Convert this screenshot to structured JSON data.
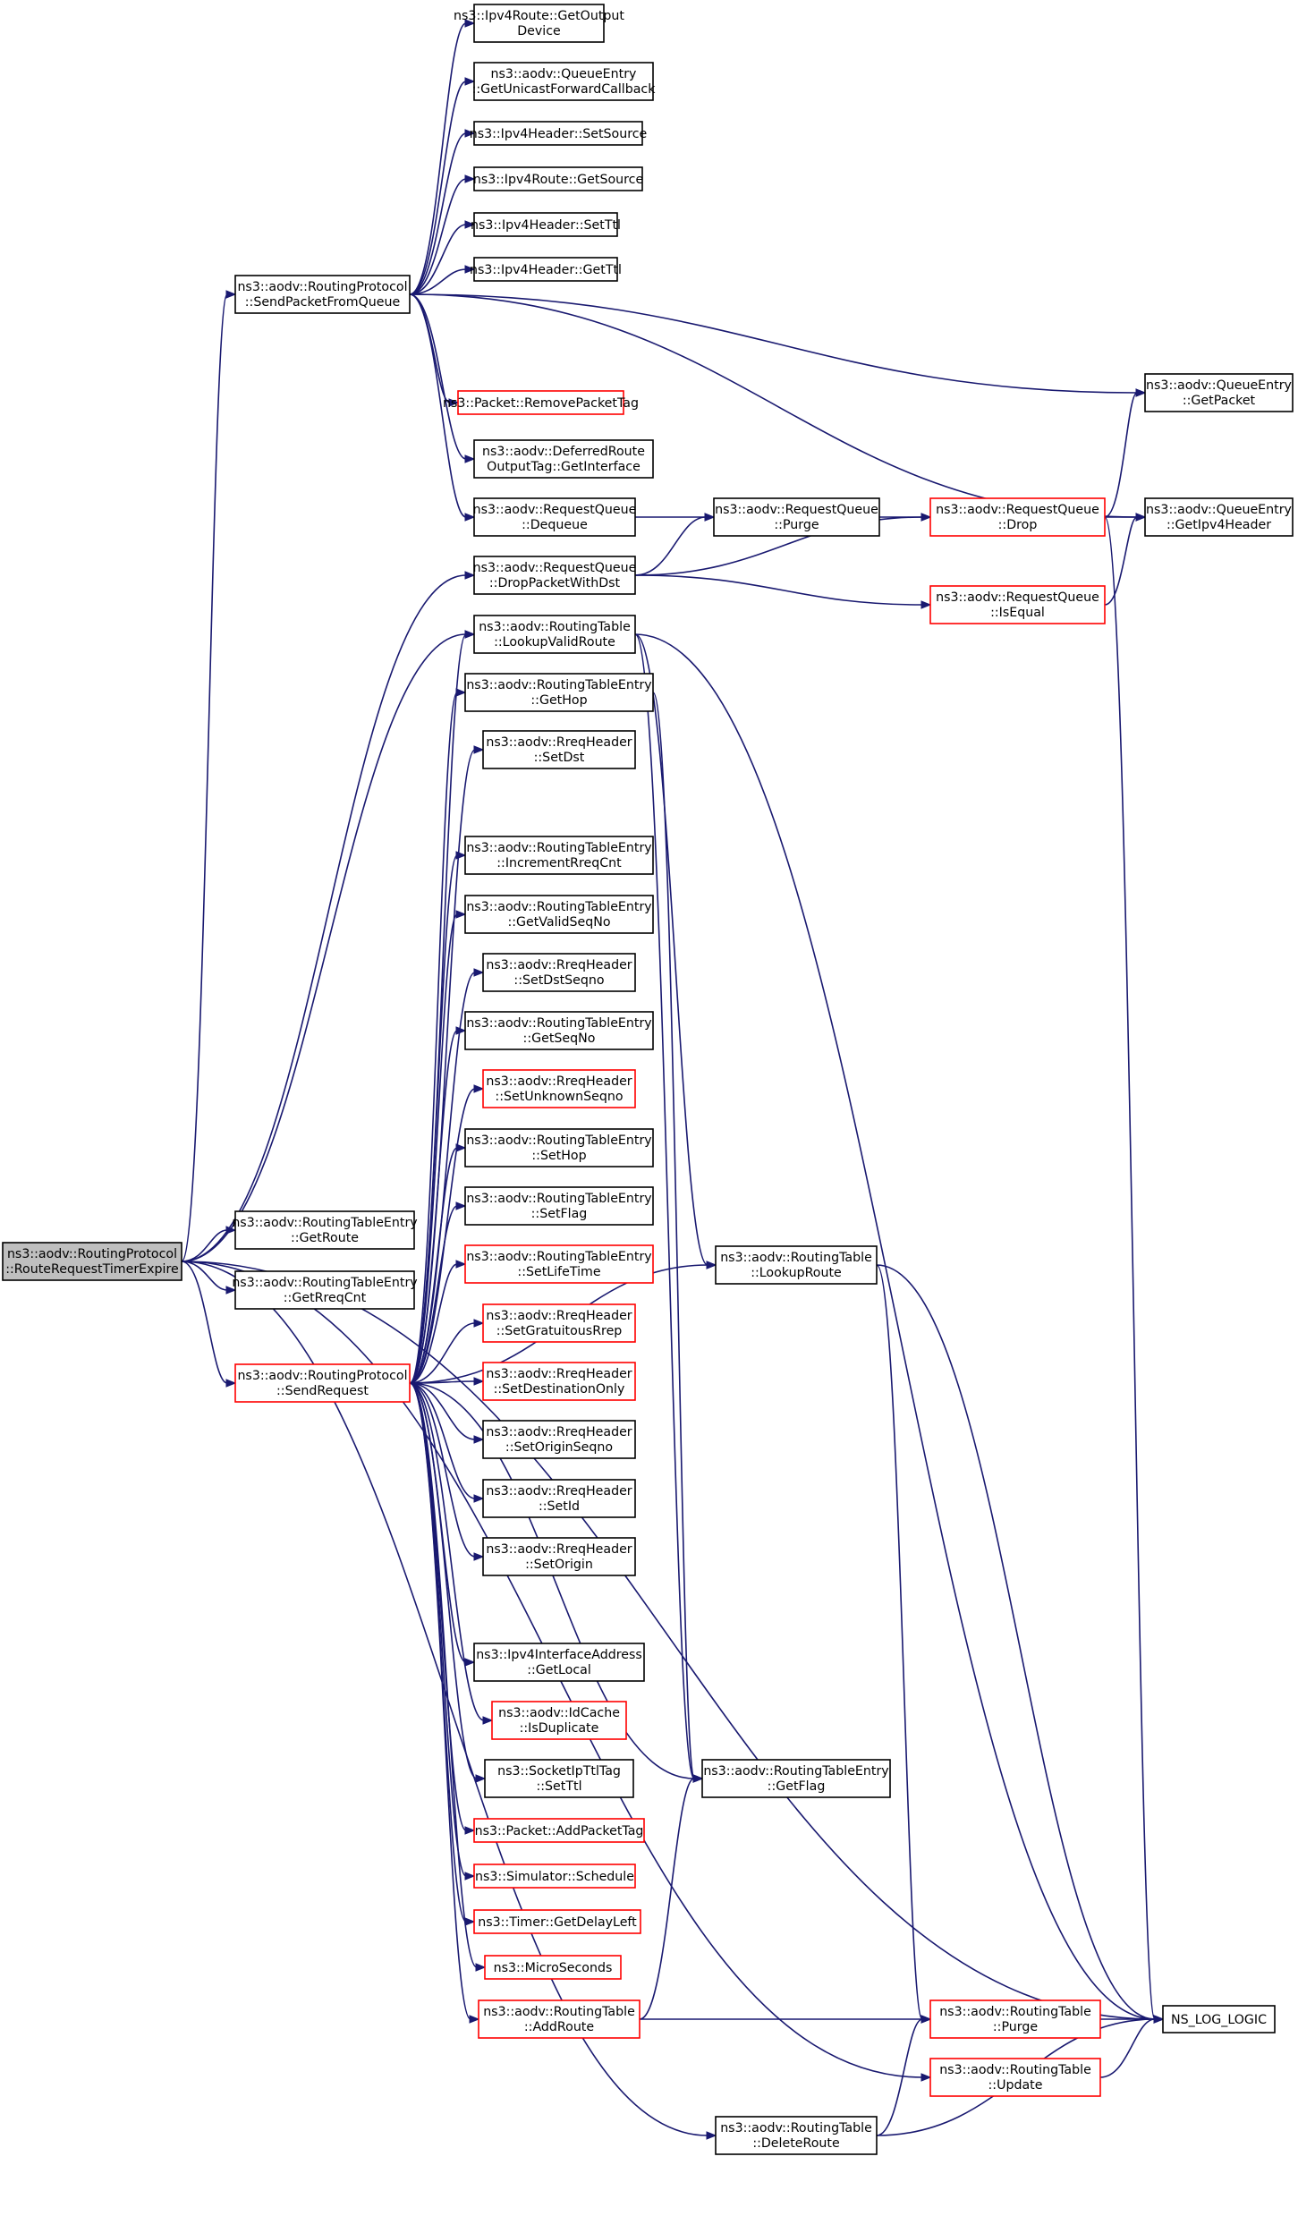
{
  "graph_title": "",
  "colors": {
    "edge": "#191970",
    "normal_border": "#000000",
    "truncated_border": "#ff0000",
    "root_fill": "#bfbfbf"
  },
  "nodes": [
    {
      "id": "rrte",
      "lines": [
        "ns3::aodv::RoutingProtocol",
        "::RouteRequestTimerExpire"
      ],
      "style": "root"
    },
    {
      "id": "spfq",
      "lines": [
        "ns3::aodv::RoutingProtocol",
        "::SendPacketFromQueue"
      ],
      "style": "normal"
    },
    {
      "id": "gro",
      "lines": [
        "ns3::aodv::RoutingTableEntry",
        "::GetRoute"
      ],
      "style": "normal"
    },
    {
      "id": "grc",
      "lines": [
        "ns3::aodv::RoutingTableEntry",
        "::GetRreqCnt"
      ],
      "style": "normal"
    },
    {
      "id": "sreq",
      "lines": [
        "ns3::aodv::RoutingProtocol",
        "::SendRequest"
      ],
      "style": "red"
    },
    {
      "id": "goutdev",
      "lines": [
        "ns3::Ipv4Route::GetOutput",
        "Device"
      ],
      "style": "normal"
    },
    {
      "id": "gufc",
      "lines": [
        "ns3::aodv::QueueEntry",
        "::GetUnicastForwardCallback"
      ],
      "style": "normal"
    },
    {
      "id": "ssrc",
      "lines": [
        "ns3::Ipv4Header::SetSource"
      ],
      "style": "normal"
    },
    {
      "id": "gsrc",
      "lines": [
        "ns3::Ipv4Route::GetSource"
      ],
      "style": "normal"
    },
    {
      "id": "sttl",
      "lines": [
        "ns3::Ipv4Header::SetTtl"
      ],
      "style": "normal"
    },
    {
      "id": "gttl",
      "lines": [
        "ns3::Ipv4Header::GetTtl"
      ],
      "style": "normal"
    },
    {
      "id": "rpt",
      "lines": [
        "ns3::Packet::RemovePacketTag"
      ],
      "style": "red"
    },
    {
      "id": "dro",
      "lines": [
        "ns3::aodv::DeferredRoute",
        "OutputTag::GetInterface"
      ],
      "style": "normal"
    },
    {
      "id": "deq",
      "lines": [
        "ns3::aodv::RequestQueue",
        "::Dequeue"
      ],
      "style": "normal"
    },
    {
      "id": "dpwd",
      "lines": [
        "ns3::aodv::RequestQueue",
        "::DropPacketWithDst"
      ],
      "style": "normal"
    },
    {
      "id": "lvr",
      "lines": [
        "ns3::aodv::RoutingTable",
        "::LookupValidRoute"
      ],
      "style": "normal"
    },
    {
      "id": "ghop",
      "lines": [
        "ns3::aodv::RoutingTableEntry",
        "::GetHop"
      ],
      "style": "normal"
    },
    {
      "id": "sdst",
      "lines": [
        "ns3::aodv::RreqHeader",
        "::SetDst"
      ],
      "style": "normal"
    },
    {
      "id": "irc",
      "lines": [
        "ns3::aodv::RoutingTableEntry",
        "::IncrementRreqCnt"
      ],
      "style": "normal"
    },
    {
      "id": "gvsn",
      "lines": [
        "ns3::aodv::RoutingTableEntry",
        "::GetValidSeqNo"
      ],
      "style": "normal"
    },
    {
      "id": "sdsn",
      "lines": [
        "ns3::aodv::RreqHeader",
        "::SetDstSeqno"
      ],
      "style": "normal"
    },
    {
      "id": "gsn",
      "lines": [
        "ns3::aodv::RoutingTableEntry",
        "::GetSeqNo"
      ],
      "style": "normal"
    },
    {
      "id": "susn",
      "lines": [
        "ns3::aodv::RreqHeader",
        "::SetUnknownSeqno"
      ],
      "style": "red"
    },
    {
      "id": "shop",
      "lines": [
        "ns3::aodv::RoutingTableEntry",
        "::SetHop"
      ],
      "style": "normal"
    },
    {
      "id": "sflag",
      "lines": [
        "ns3::aodv::RoutingTableEntry",
        "::SetFlag"
      ],
      "style": "normal"
    },
    {
      "id": "slt",
      "lines": [
        "ns3::aodv::RoutingTableEntry",
        "::SetLifeTime"
      ],
      "style": "red"
    },
    {
      "id": "sgr",
      "lines": [
        "ns3::aodv::RreqHeader",
        "::SetGratuitousRrep"
      ],
      "style": "red"
    },
    {
      "id": "sdo",
      "lines": [
        "ns3::aodv::RreqHeader",
        "::SetDestinationOnly"
      ],
      "style": "red"
    },
    {
      "id": "sosn",
      "lines": [
        "ns3::aodv::RreqHeader",
        "::SetOriginSeqno"
      ],
      "style": "normal"
    },
    {
      "id": "sid",
      "lines": [
        "ns3::aodv::RreqHeader",
        "::SetId"
      ],
      "style": "normal"
    },
    {
      "id": "sorig",
      "lines": [
        "ns3::aodv::RreqHeader",
        "::SetOrigin"
      ],
      "style": "normal"
    },
    {
      "id": "glocal",
      "lines": [
        "ns3::Ipv4InterfaceAddress",
        "::GetLocal"
      ],
      "style": "normal"
    },
    {
      "id": "isdup",
      "lines": [
        "ns3::aodv::IdCache",
        "::IsDuplicate"
      ],
      "style": "red"
    },
    {
      "id": "sipttl",
      "lines": [
        "ns3::SocketIpTtlTag",
        "::SetTtl"
      ],
      "style": "normal"
    },
    {
      "id": "apt",
      "lines": [
        "ns3::Packet::AddPacketTag"
      ],
      "style": "red"
    },
    {
      "id": "sched",
      "lines": [
        "ns3::Simulator::Schedule"
      ],
      "style": "red"
    },
    {
      "id": "tgdl",
      "lines": [
        "ns3::Timer::GetDelayLeft"
      ],
      "style": "red"
    },
    {
      "id": "micro",
      "lines": [
        "ns3::MicroSeconds"
      ],
      "style": "red"
    },
    {
      "id": "addr",
      "lines": [
        "ns3::aodv::RoutingTable",
        "::AddRoute"
      ],
      "style": "red"
    },
    {
      "id": "purge",
      "lines": [
        "ns3::aodv::RequestQueue",
        "::Purge"
      ],
      "style": "normal"
    },
    {
      "id": "lr",
      "lines": [
        "ns3::aodv::RoutingTable",
        "::LookupRoute"
      ],
      "style": "normal"
    },
    {
      "id": "gflag",
      "lines": [
        "ns3::aodv::RoutingTableEntry",
        "::GetFlag"
      ],
      "style": "normal"
    },
    {
      "id": "delr",
      "lines": [
        "ns3::aodv::RoutingTable",
        "::DeleteRoute"
      ],
      "style": "normal"
    },
    {
      "id": "drop",
      "lines": [
        "ns3::aodv::RequestQueue",
        "::Drop"
      ],
      "style": "red"
    },
    {
      "id": "iseq",
      "lines": [
        "ns3::aodv::RequestQueue",
        "::IsEqual"
      ],
      "style": "red"
    },
    {
      "id": "rtpurge",
      "lines": [
        "ns3::aodv::RoutingTable",
        "::Purge"
      ],
      "style": "red"
    },
    {
      "id": "update",
      "lines": [
        "ns3::aodv::RoutingTable",
        "::Update"
      ],
      "style": "red"
    },
    {
      "id": "gpkt",
      "lines": [
        "ns3::aodv::QueueEntry",
        "::GetPacket"
      ],
      "style": "normal"
    },
    {
      "id": "gipv4h",
      "lines": [
        "ns3::aodv::QueueEntry",
        "::GetIpv4Header"
      ],
      "style": "normal"
    },
    {
      "id": "nslog",
      "lines": [
        "NS_LOG_LOGIC"
      ],
      "style": "normal"
    }
  ],
  "edges": [
    [
      "rrte",
      "spfq"
    ],
    [
      "rrte",
      "gro"
    ],
    [
      "rrte",
      "grc"
    ],
    [
      "rrte",
      "sreq"
    ],
    [
      "rrte",
      "dpwd"
    ],
    [
      "rrte",
      "lvr"
    ],
    [
      "rrte",
      "update"
    ],
    [
      "rrte",
      "delr"
    ],
    [
      "rrte",
      "nslog"
    ],
    [
      "spfq",
      "goutdev"
    ],
    [
      "spfq",
      "gufc"
    ],
    [
      "spfq",
      "ssrc"
    ],
    [
      "spfq",
      "gsrc"
    ],
    [
      "spfq",
      "sttl"
    ],
    [
      "spfq",
      "gttl"
    ],
    [
      "spfq",
      "gpkt"
    ],
    [
      "spfq",
      "gipv4h"
    ],
    [
      "spfq",
      "rpt"
    ],
    [
      "spfq",
      "dro"
    ],
    [
      "spfq",
      "deq"
    ],
    [
      "sreq",
      "lvr"
    ],
    [
      "sreq",
      "ghop"
    ],
    [
      "sreq",
      "sdst"
    ],
    [
      "sreq",
      "lr"
    ],
    [
      "sreq",
      "irc"
    ],
    [
      "sreq",
      "gvsn"
    ],
    [
      "sreq",
      "sdsn"
    ],
    [
      "sreq",
      "gsn"
    ],
    [
      "sreq",
      "susn"
    ],
    [
      "sreq",
      "shop"
    ],
    [
      "sreq",
      "sflag"
    ],
    [
      "sreq",
      "slt"
    ],
    [
      "sreq",
      "sgr"
    ],
    [
      "sreq",
      "sdo"
    ],
    [
      "sreq",
      "sosn"
    ],
    [
      "sreq",
      "sid"
    ],
    [
      "sreq",
      "sorig"
    ],
    [
      "sreq",
      "gflag"
    ],
    [
      "sreq",
      "glocal"
    ],
    [
      "sreq",
      "isdup"
    ],
    [
      "sreq",
      "sipttl"
    ],
    [
      "sreq",
      "apt"
    ],
    [
      "sreq",
      "sched"
    ],
    [
      "sreq",
      "tgdl"
    ],
    [
      "sreq",
      "micro"
    ],
    [
      "sreq",
      "addr"
    ],
    [
      "deq",
      "purge"
    ],
    [
      "dpwd",
      "purge"
    ],
    [
      "dpwd",
      "drop"
    ],
    [
      "dpwd",
      "iseq"
    ],
    [
      "purge",
      "drop"
    ],
    [
      "drop",
      "gpkt"
    ],
    [
      "drop",
      "gipv4h"
    ],
    [
      "drop",
      "nslog"
    ],
    [
      "iseq",
      "gipv4h"
    ],
    [
      "lvr",
      "lr"
    ],
    [
      "lvr",
      "gflag"
    ],
    [
      "lvr",
      "nslog"
    ],
    [
      "lr",
      "rtpurge"
    ],
    [
      "lr",
      "nslog"
    ],
    [
      "addr",
      "gflag"
    ],
    [
      "addr",
      "rtpurge"
    ],
    [
      "rtpurge",
      "nslog"
    ],
    [
      "update",
      "nslog"
    ],
    [
      "delr",
      "rtpurge"
    ],
    [
      "delr",
      "nslog"
    ],
    [
      "ghop",
      "gflag"
    ]
  ]
}
